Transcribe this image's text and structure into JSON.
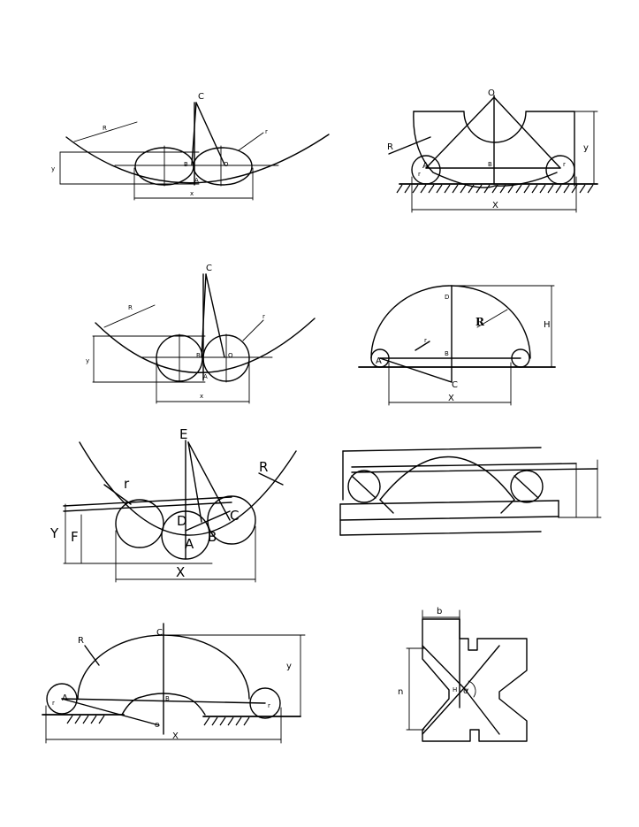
{
  "figures": [
    {
      "id": "fig-1",
      "labels": {
        "C": "C",
        "B": "B",
        "O": "O",
        "A": "A",
        "R": "R",
        "r": "r",
        "y": "y",
        "x": "x"
      }
    },
    {
      "id": "fig-2",
      "labels": {
        "O": "O",
        "R": "R",
        "A": "A",
        "B": "B",
        "r_left": "r",
        "r_right": "r",
        "y": "y",
        "X": "X"
      }
    },
    {
      "id": "fig-3",
      "labels": {
        "C": "C",
        "B": "B",
        "O": "O",
        "A": "A",
        "R": "R",
        "r": "r",
        "y": "y",
        "x": "x"
      }
    },
    {
      "id": "fig-4",
      "labels": {
        "D": "D",
        "R": "R",
        "H": "H",
        "r": "r",
        "A": "A",
        "B": "B",
        "C": "C",
        "X": "X"
      }
    },
    {
      "id": "fig-5",
      "labels": {
        "E": "E",
        "R": "R",
        "r": "r",
        "D": "D",
        "C": "C",
        "A": "A",
        "B": "B",
        "Y": "Y",
        "F": "F",
        "X": "X"
      }
    },
    {
      "id": "fig-6",
      "labels": {}
    },
    {
      "id": "fig-7",
      "labels": {
        "C": "C",
        "R": "R",
        "y": "y",
        "A": "A",
        "r_left": "r",
        "r_right": "r",
        "B": "B",
        "O": "O",
        "X": "X"
      }
    },
    {
      "id": "fig-8",
      "labels": {
        "b": "b",
        "n": "n",
        "H": "H",
        "alpha": "α"
      }
    }
  ]
}
